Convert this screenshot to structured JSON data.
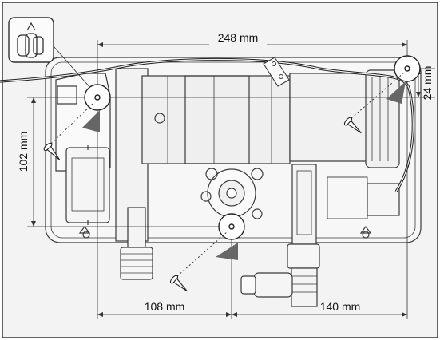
{
  "dimensions": {
    "top_width": "248 mm",
    "right_height": "24 mm",
    "left_height": "102 mm",
    "bottom_left_width": "108 mm",
    "bottom_right_width": "140 mm"
  },
  "colors": {
    "frame": "#333333",
    "body_fill": "#f4f4f4",
    "outline": "#3a3a3a",
    "detail": "#555555",
    "hole_fill": "#ffffff",
    "arrow_fill": "#666666"
  },
  "icons": {
    "callout": "grommet-detail-icon",
    "mounting_screw": "screw-icon",
    "insert_arrow": "triangle-arrow-icon"
  }
}
